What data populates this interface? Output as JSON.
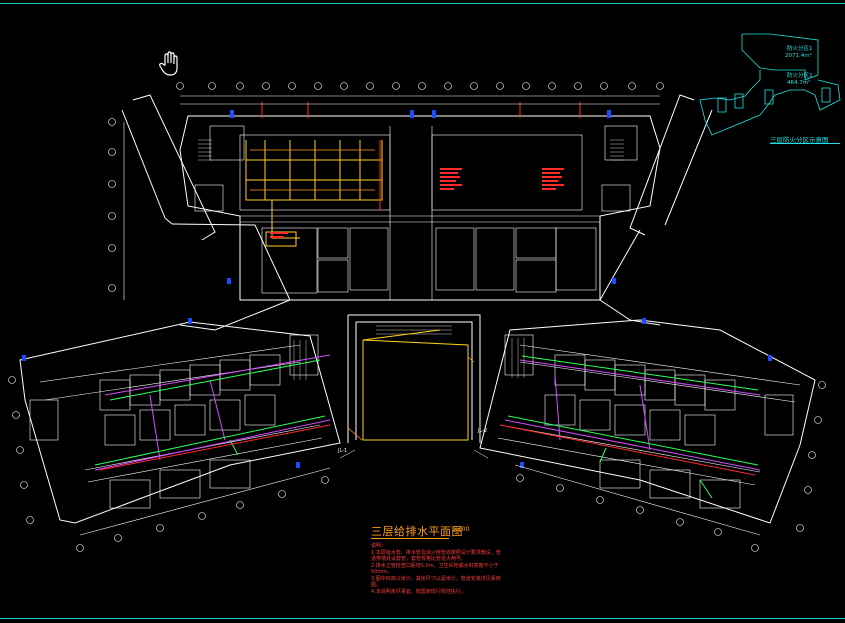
{
  "drawing": {
    "title": "三层给排水平面图",
    "scale": "1:100",
    "notes_heading": "说明：",
    "notes_lines": [
      "1.本层给水管、排水管及消火栓管道按照设计要求敷设，管道穿墙处设套管，套管规格比管道大两号。",
      "2.排水立管检查口距地1.0m，卫生间地漏水封高度不小于50mm。",
      "3.图中标高以米计，其余尺寸以毫米计，管道安装详见系统图。",
      "4.本说明未尽事宜，按国家现行规范执行。"
    ]
  },
  "key_plan": {
    "title": "三层防火分区示意图",
    "zone1_name": "防火分区1",
    "zone1_area": "2071.4m²",
    "zone2_name": "防火分区2",
    "zone2_area": "464.7m²"
  },
  "labels": {
    "riser_left": "JL-1",
    "riser_right": "JL-2"
  },
  "colors": {
    "frame": "#1fc9c9",
    "walls": "#ffffff",
    "water_supply": "#ffd21f",
    "drain": "#ff9f1a",
    "fire": "#ff2a2a",
    "hot_water": "#d24dff",
    "reclaimed": "#2bff5a",
    "axis": "#ffffff"
  },
  "icons": {
    "cursor": "hand-icon"
  }
}
